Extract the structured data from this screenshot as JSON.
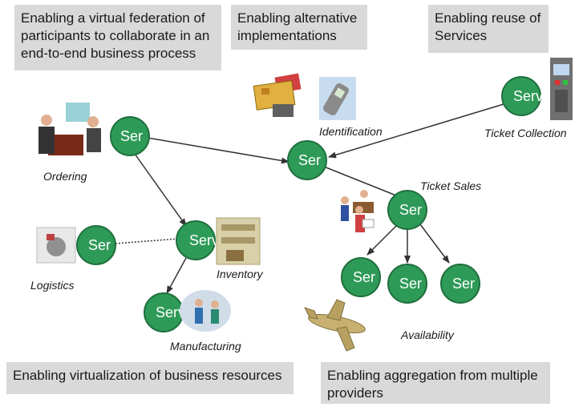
{
  "callouts": {
    "federation": "Enabling a virtual federation of participants to collaborate in an end-to-end business process",
    "alternative": "Enabling alternative implementations",
    "reuse": "Enabling reuse of Services",
    "virtualization": "Enabling virtualization of business resources",
    "aggregation": "Enabling aggregation from multiple providers"
  },
  "labels": {
    "ordering": "Ordering",
    "identification": "Identification",
    "ticket_collection": "Ticket Collection",
    "ticket_sales": "Ticket Sales",
    "logistics": "Logistics",
    "inventory": "Inventory",
    "manufacturing": "Manufacturing",
    "availability": "Availability"
  },
  "nodes": {
    "ordering": "Ser",
    "hub": "Ser",
    "ticket_collection": "Service",
    "ticket_sales": "Ser",
    "logistics": "Ser",
    "inventory": "Service",
    "manufacturing": "Service",
    "avail_1": "Ser",
    "avail_2": "Ser",
    "avail_3": "Ser"
  },
  "colors": {
    "node_fill": "#2e9a58",
    "node_stroke": "#1f6f3d",
    "edge": "#333333",
    "callout_bg": "#d9d9d9"
  }
}
